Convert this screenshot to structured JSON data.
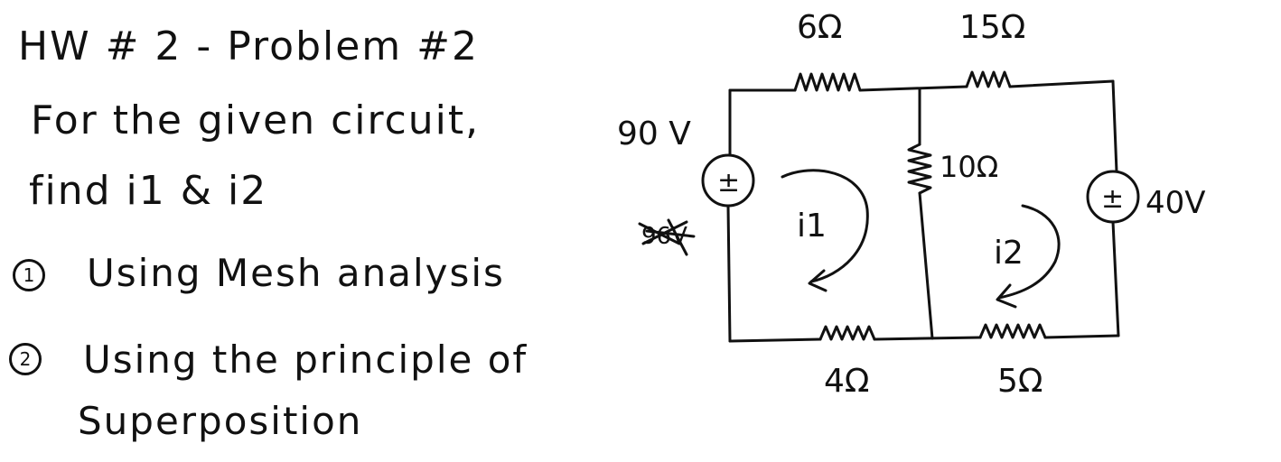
{
  "problem": {
    "title": "HW # 2 - Problem #2",
    "statement_line1": "For the given circuit,",
    "statement_line2": "find i1 & i2",
    "item1_number": "1",
    "item1_text": "Using Mesh analysis",
    "item2_number": "2",
    "item2_text": "Using the principle of",
    "item2_text_cont": "Superposition"
  },
  "circuit": {
    "r_top_left": "6Ω",
    "r_top_right": "15Ω",
    "r_middle": "10Ω",
    "r_bottom_left": "4Ω",
    "r_bottom_right": "5Ω",
    "source_left_value": "90 V",
    "source_left_symbol": "±",
    "source_left_crossed": "96V",
    "source_right_value": "40V",
    "source_right_symbol": "±",
    "mesh_current_1": "i1",
    "mesh_current_2": "i2"
  },
  "colors": {
    "ink": "#111111",
    "paper": "#ffffff"
  }
}
